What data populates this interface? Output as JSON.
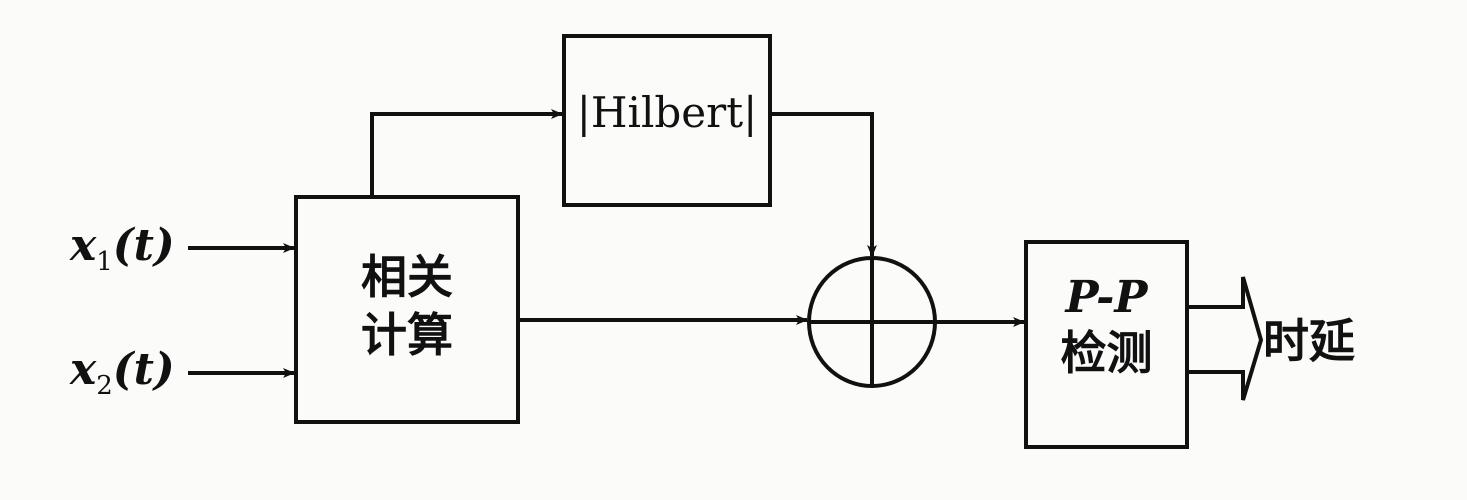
{
  "inputs": {
    "x1": "x",
    "x1_sub": "1",
    "x1_arg": "(t)",
    "x2": "x",
    "x2_sub": "2",
    "x2_arg": "(t)"
  },
  "blocks": {
    "correlation": {
      "line1": "相关",
      "line2": "计算"
    },
    "hilbert": {
      "label": "|Hilbert|"
    },
    "pp_detect": {
      "line1": "P-P",
      "line2": "检测"
    }
  },
  "output": {
    "label": "时延"
  },
  "colors": {
    "line": "#111111",
    "background": "#fbfbfa"
  }
}
